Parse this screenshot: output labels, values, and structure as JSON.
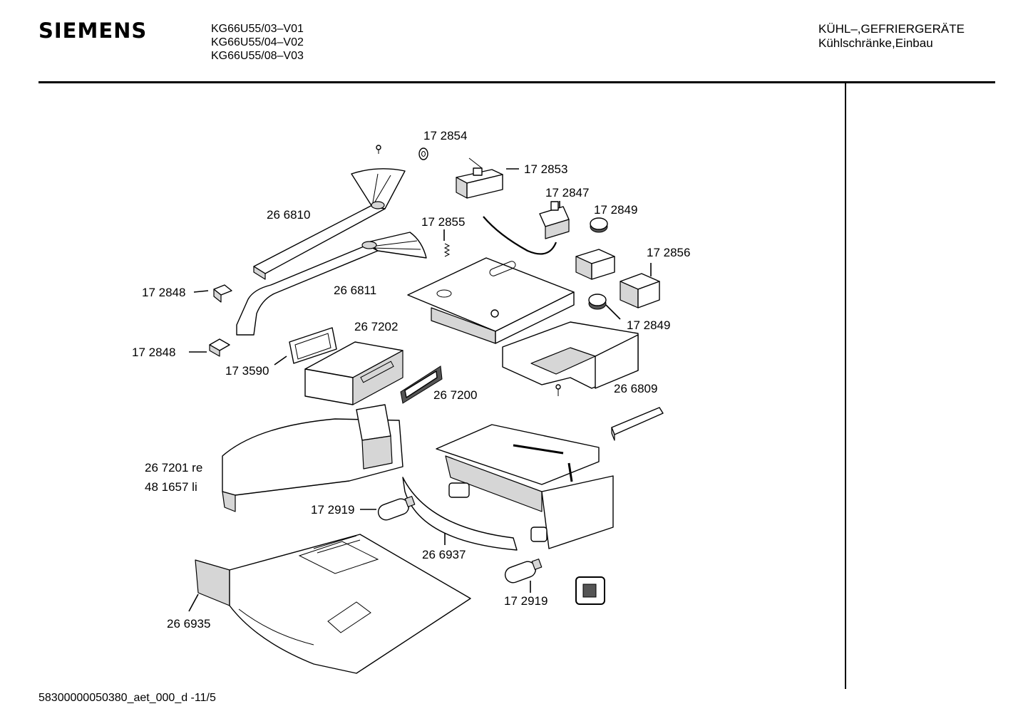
{
  "header": {
    "brand": "SIEMENS",
    "models": [
      "KG66U55/03–V01",
      "KG66U55/04–V02",
      "KG66U55/08–V03"
    ],
    "category_line1": "KÜHL–,GEFRIERGERÄTE",
    "category_line2": "Kühlschränke,Einbau"
  },
  "labels": {
    "p172854": "17 2854",
    "p172853": "17 2853",
    "p172847": "17 2847",
    "p172849a": "17 2849",
    "p266810": "26 6810",
    "p172855": "17 2855",
    "p172856": "17 2856",
    "p172848a": "17 2848",
    "p266811": "26 6811",
    "p172849b": "17 2849",
    "p267202": "26 7202",
    "p172848b": "17 2848",
    "p173590": "17 3590",
    "p267200": "26 7200",
    "p266809": "26 6809",
    "p267201": "26 7201 re",
    "p481657": "48 1657 li",
    "p172919a": "17 2919",
    "p266937": "26 6937",
    "p172919b": "17 2919",
    "p266935": "26 6935"
  },
  "footer": {
    "doc_id": "58300000050380_aet_000_d -11/5"
  }
}
